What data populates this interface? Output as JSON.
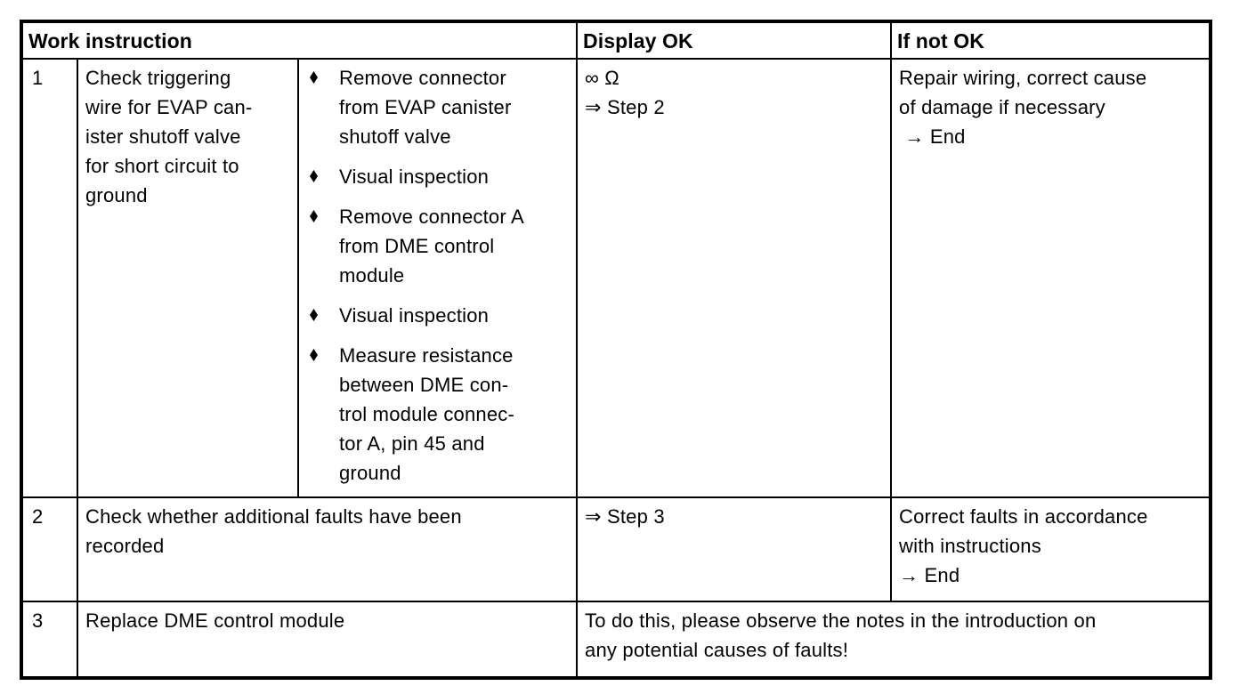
{
  "colors": {
    "text": "#000000",
    "background": "#ffffff",
    "border": "#000000"
  },
  "table": {
    "headers": {
      "work_instruction": "Work instruction",
      "display_ok": "Display OK",
      "if_not_ok": "If not OK"
    },
    "rows": [
      {
        "step": "1",
        "task": "Check triggering\nwire for EVAP can-\nister shutoff valve\nfor short circuit to\nground",
        "bullets": [
          "Remove connector\nfrom EVAP canister\nshutoff valve",
          "Visual inspection",
          "Remove connector A\nfrom DME control\nmodule",
          "Visual inspection",
          "Measure resistance\nbetween DME con-\ntrol module connec-\ntor A, pin 45 and\nground"
        ],
        "display_ok": "∞ Ω\n⇒ Step 2",
        "if_not_ok": "Repair wiring, correct cause\nof damage if necessary\n → End"
      },
      {
        "step": "2",
        "task": "Check whether additional faults have been\nrecorded",
        "display_ok": "⇒ Step 3",
        "if_not_ok": "Correct faults in accordance\nwith instructions\n→ End"
      },
      {
        "step": "3",
        "task": "Replace DME control module",
        "note": "To do this, please observe the notes in the introduction on\nany potential causes of faults!"
      }
    ]
  }
}
